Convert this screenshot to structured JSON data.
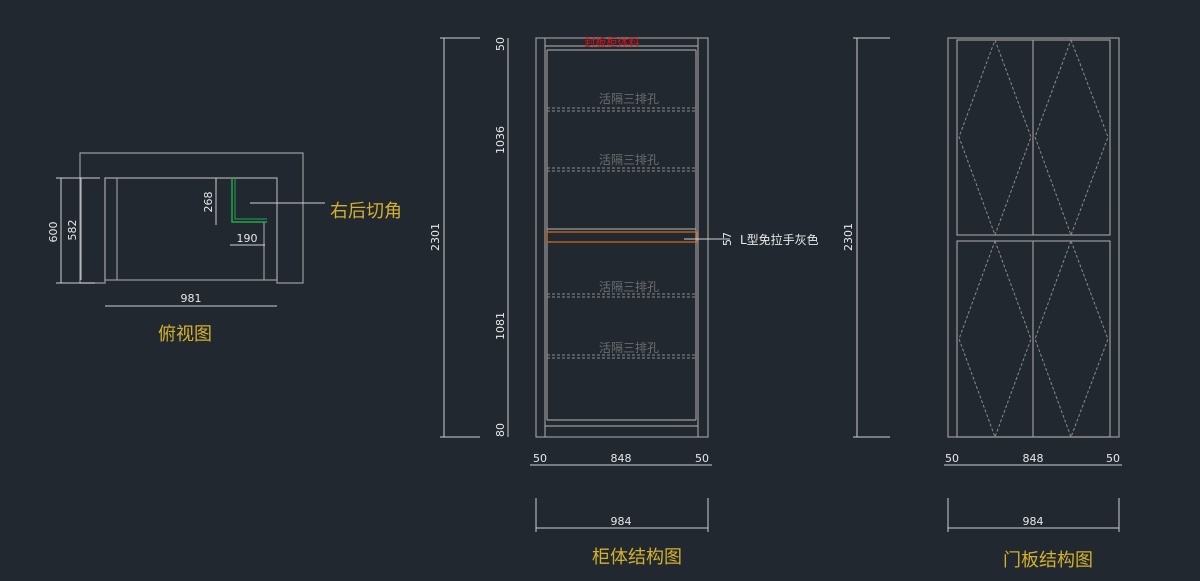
{
  "top_view": {
    "title": "俯视图",
    "annotation": "右后切角",
    "dims": {
      "depth_outer": "600",
      "depth_inner": "582",
      "cut_depth": "268",
      "cut_width": "190",
      "width": "981"
    }
  },
  "cabinet_view": {
    "title": "柜体结构图",
    "top_label": "封板柜体料",
    "shelf_labels": [
      "活隔三排孔",
      "活隔三排孔",
      "活隔三排孔",
      "活隔三排孔"
    ],
    "handle_label": "L型免拉手灰色",
    "dims": {
      "height": "2301",
      "top": "50",
      "upper": "1036",
      "handle": "57",
      "lower": "1081",
      "bottom": "80",
      "side_left": "50",
      "inner_width": "848",
      "side_right": "50",
      "total_width": "984"
    }
  },
  "door_view": {
    "title": "门板结构图",
    "dims": {
      "height": "2301",
      "side_left": "50",
      "inner_width": "848",
      "side_right": "50",
      "total_width": "984"
    }
  },
  "colors": {
    "background": "#212830",
    "title": "#d4b12c",
    "cut_line": "#1fa84a",
    "handle": "#c86a22",
    "top_label": "#e01010"
  }
}
